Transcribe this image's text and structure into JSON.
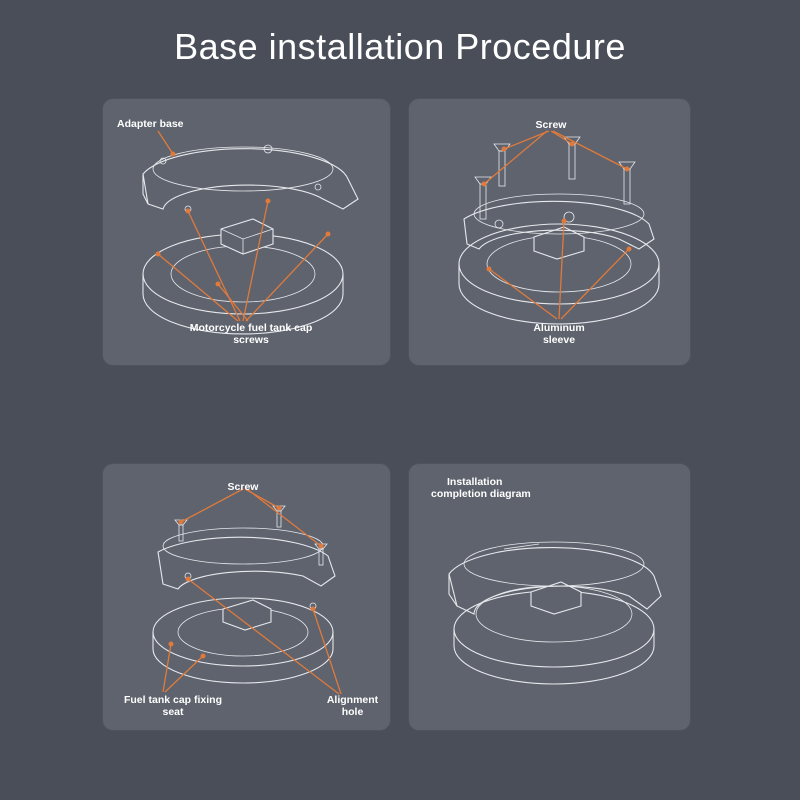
{
  "title": "Base installation Procedure",
  "accent_color": "#e07a3c",
  "panels": [
    {
      "labels": {
        "adapter": "Adapter base",
        "screws_line1": "Motorcycle fuel tank cap",
        "screws_line2": "screws"
      }
    },
    {
      "labels": {
        "screw": "Screw",
        "sleeve_line1": "Aluminum",
        "sleeve_line2": "sleeve"
      }
    },
    {
      "labels": {
        "screw": "Screw",
        "seat_line1": "Fuel tank cap fixing",
        "seat_line2": "seat",
        "hole_line1": "Alignment",
        "hole_line2": "hole"
      }
    },
    {
      "labels": {
        "completion_line1": "Installation",
        "completion_line2": "completion diagram"
      }
    }
  ]
}
